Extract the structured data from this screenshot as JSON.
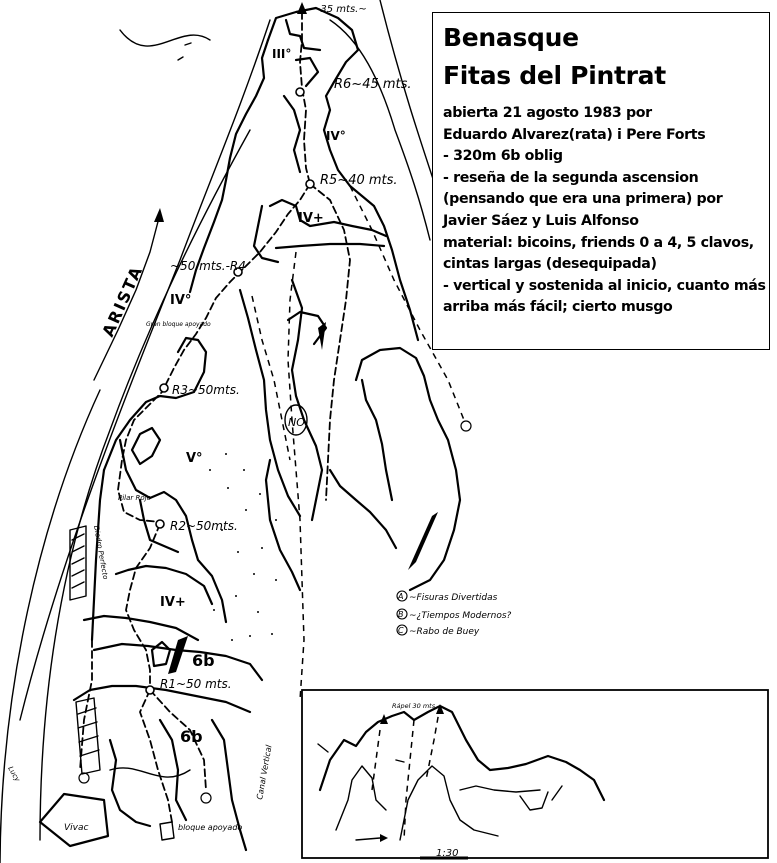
{
  "info": {
    "title": "Benasque",
    "route_name": "Fitas del Pintrat",
    "lines": [
      "abierta 21 agosto 1983 por",
      "Eduardo Alvarez(rata) i Pere Forts",
      "- 320m 6b oblig",
      "- reseña de la segunda ascension",
      "(pensando que era una primera) por",
      "Javier Sáez y Luis Alfonso",
      "material: bicoins, friends 0 a 4, 5 clavos,",
      "cintas largas (desequipada)",
      "- vertical y sostenida al inicio, cuanto más",
      "arriba más fácil; cierto musgo"
    ]
  },
  "belays": [
    {
      "id": "R1",
      "label": "R1~50 mts."
    },
    {
      "id": "R2",
      "label": "R2~50mts."
    },
    {
      "id": "R3",
      "label": "R3~50mts."
    },
    {
      "id": "R4",
      "label": "~50 mts.-R4"
    },
    {
      "id": "R5",
      "label": "R5~40 mts."
    },
    {
      "id": "R6",
      "label": "R6~45 mts."
    }
  ],
  "top_label": "~35 mts.~",
  "grades": [
    "III°",
    "IV°",
    "IV+",
    "IV°",
    "V°",
    "IV+",
    "6b",
    "6b"
  ],
  "features": {
    "arista": "ARISTA",
    "gran_bloque": "Gran bloque apoyado",
    "pilar_rojo": "Pilar Rojo",
    "diedro": "Diedro Perfecto",
    "vivac": "Vivac",
    "bloque_apoyado": "bloque apoyado",
    "canal_vertical": "Canal Vertical",
    "no": "NO",
    "lucy": "Lucy"
  },
  "legend": [
    {
      "key": "A",
      "text": "~Fisuras Divertidas"
    },
    {
      "key": "B",
      "text": "~¿Tiempos Modernos?"
    },
    {
      "key": "C",
      "text": "~Rabo de Buey"
    }
  ],
  "inset": {
    "rappel": "Rápel 30 mts.",
    "scale": "1:30"
  }
}
